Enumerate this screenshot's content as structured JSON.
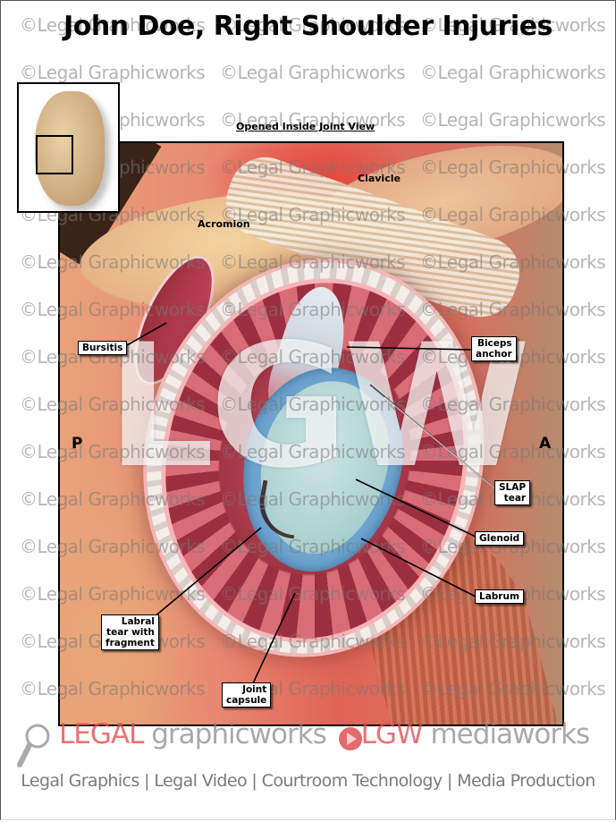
{
  "title": "John Doe, Right Shoulder Injuries",
  "view_label": "Opened Inside Joint View",
  "watermark_text": "©Legal Graphicworks",
  "overlay_logo": "LGW",
  "orientation": {
    "left": "P",
    "right": "A"
  },
  "anatomy_labels": {
    "clavicle": "Clavicle",
    "acromion": "Acromion"
  },
  "callouts": [
    {
      "id": "bursitis",
      "lines": [
        "Bursitis"
      ]
    },
    {
      "id": "biceps-anchor",
      "lines": [
        "Biceps",
        "anchor"
      ]
    },
    {
      "id": "slap-tear",
      "lines": [
        "SLAP",
        "tear"
      ]
    },
    {
      "id": "glenoid",
      "lines": [
        "Glenoid"
      ]
    },
    {
      "id": "labrum",
      "lines": [
        "Labrum"
      ]
    },
    {
      "id": "labral-tear",
      "lines": [
        "Labral",
        "tear with",
        "fragment"
      ]
    },
    {
      "id": "joint-capsule",
      "lines": [
        "Joint",
        "capsule"
      ]
    }
  ],
  "footer": {
    "brand_legal": "LEGAL",
    "brand_graphicworks": "graphicworks",
    "brand_lgw": "LGW",
    "brand_mediaworks": "mediaworks",
    "tagline": "Legal Graphics | Legal Video | Courtroom Technology | Media Production"
  },
  "colors": {
    "labrum_blue": "#6ca4cf",
    "glenoid_cartilage": "#a9cfcf",
    "tissue_red": "#e06455",
    "brand_red": "#e45050",
    "watermark_gray": "#8c8c8c"
  }
}
